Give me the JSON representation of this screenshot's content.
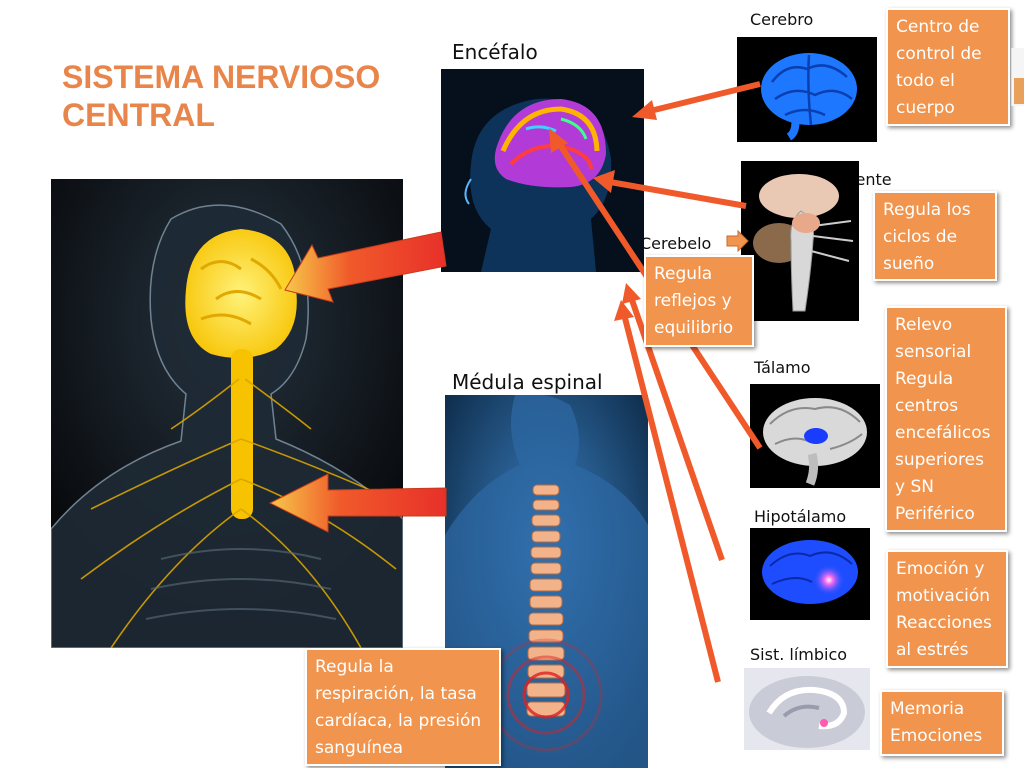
{
  "title": {
    "line1": "SISTEMA NERVIOSO",
    "line2": "CENTRAL"
  },
  "sections": {
    "encefalo": "Encéfalo",
    "medula": "Médula espinal"
  },
  "parts": {
    "cerebro": {
      "label": "Cerebro",
      "desc": [
        "Centro de",
        "control de",
        "todo el",
        "cuerpo"
      ]
    },
    "puente": {
      "label": "Puente",
      "desc": [
        "Regula los",
        "ciclos de",
        "sueño"
      ]
    },
    "cerebelo": {
      "label": "Cerebelo",
      "desc": [
        "Regula",
        "reflejos y",
        "equilibrio"
      ]
    },
    "talamo": {
      "label": "Tálamo",
      "desc": [
        "Relevo",
        "sensorial",
        "Regula",
        "centros",
        "encefálicos",
        "superiores",
        "y SN",
        "Periférico"
      ]
    },
    "hipotalamo": {
      "label": "Hipotálamo",
      "desc": [
        "Emoción y",
        "motivación",
        "Reacciones",
        "al estrés"
      ]
    },
    "limbico": {
      "label": "Sist. límbico",
      "desc": [
        "Memoria",
        "Emociones"
      ]
    },
    "medula": {
      "desc": [
        "Regula la",
        "respiración, la tasa",
        "cardíaca, la presión",
        "sanguínea"
      ]
    }
  },
  "colors": {
    "title": "#e8854a",
    "box": "#f0944e",
    "arrow": "#f04a2a"
  }
}
